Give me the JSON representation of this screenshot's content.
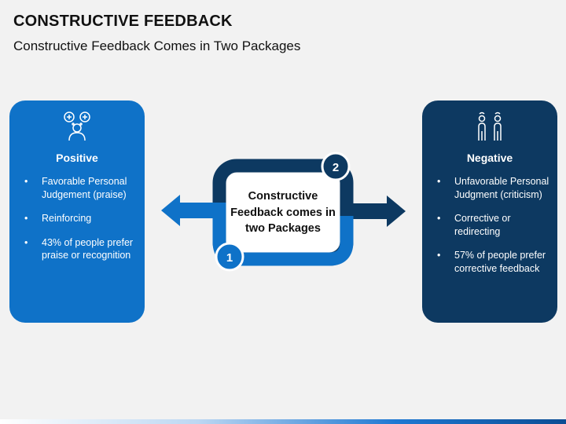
{
  "header": {
    "title": "CONSTRUCTIVE FEEDBACK",
    "subtitle": "Constructive Feedback Comes in Two Packages"
  },
  "center": {
    "text": "Constructive Feedback comes in two Packages",
    "badge_1": "1",
    "badge_2": "2"
  },
  "positive": {
    "icon": "people-plus-icon",
    "heading": "Positive",
    "items": [
      "Favorable Personal Judgement (praise)",
      "Reinforcing",
      "43% of people prefer praise or recognition"
    ]
  },
  "negative": {
    "icon": "people-frown-icon",
    "heading": "Negative",
    "items": [
      "Unfavorable Personal Judgment (criticism)",
      "Corrective or redirecting",
      "57% of people prefer corrective feedback"
    ]
  },
  "colors": {
    "positive": "#0f72c8",
    "negative": "#0d3961",
    "background": "#f2f2f2"
  }
}
